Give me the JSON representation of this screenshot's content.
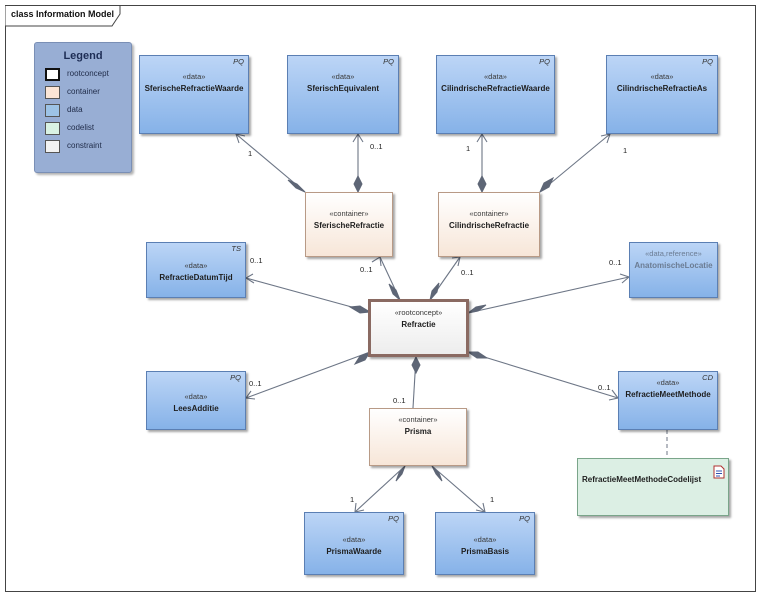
{
  "frame": {
    "title": "class Information Model"
  },
  "legend": {
    "title": "Legend",
    "items": [
      {
        "label": "rootconcept",
        "color": "#ffffff"
      },
      {
        "label": "container",
        "color": "#fbe5d6"
      },
      {
        "label": "data",
        "color": "#9dc3e6"
      },
      {
        "label": "codelist",
        "color": "#d9f2e3"
      },
      {
        "label": "constraint",
        "color": "#f2f2f2"
      }
    ]
  },
  "nodes": {
    "sfr_waarde": {
      "stereo": "«data»",
      "name": "SferischeRefractieWaarde",
      "tag": "PQ"
    },
    "sfr_equiv": {
      "stereo": "«data»",
      "name": "SferischEquivalent",
      "tag": "PQ"
    },
    "cyl_waarde": {
      "stereo": "«data»",
      "name": "CilindrischeRefractieWaarde",
      "tag": "PQ"
    },
    "cyl_as": {
      "stereo": "«data»",
      "name": "CilindrischeRefractieAs",
      "tag": "PQ"
    },
    "sferische": {
      "stereo": "«container»",
      "name": "SferischeRefractie"
    },
    "cilindrische": {
      "stereo": "«container»",
      "name": "CilindrischeRefractie"
    },
    "datumtijd": {
      "stereo": "«data»",
      "name": "RefractieDatumTijd",
      "tag": "TS"
    },
    "refractie": {
      "stereo": "«rootconcept»",
      "name": "Refractie"
    },
    "anatomisch": {
      "stereo": "«data,reference»",
      "name": "AnatomischeLocatie"
    },
    "leesadditie": {
      "stereo": "«data»",
      "name": "LeesAdditie",
      "tag": "PQ"
    },
    "prisma": {
      "stereo": "«container»",
      "name": "Prisma"
    },
    "meetmethode": {
      "stereo": "«data»",
      "name": "RefractieMeetMethode",
      "tag": "CD"
    },
    "codelijst": {
      "name": "RefractieMeetMethodeCodelijst"
    },
    "prisma_waarde": {
      "stereo": "«data»",
      "name": "PrismaWaarde",
      "tag": "PQ"
    },
    "prisma_basis": {
      "stereo": "«data»",
      "name": "PrismaBasis",
      "tag": "PQ"
    }
  },
  "multiplicities": {
    "sfr_waarde": "1",
    "sfr_equiv": "0..1",
    "cyl_waarde": "1",
    "cyl_as": "1",
    "sferische": "0..1",
    "cilindrische": "0..1",
    "datumtijd": "0..1",
    "anatomisch": "0..1",
    "leesadditie": "0..1",
    "prisma": "0..1",
    "meetmethode": "0..1",
    "prisma_waarde": "1",
    "prisma_basis": "1"
  }
}
